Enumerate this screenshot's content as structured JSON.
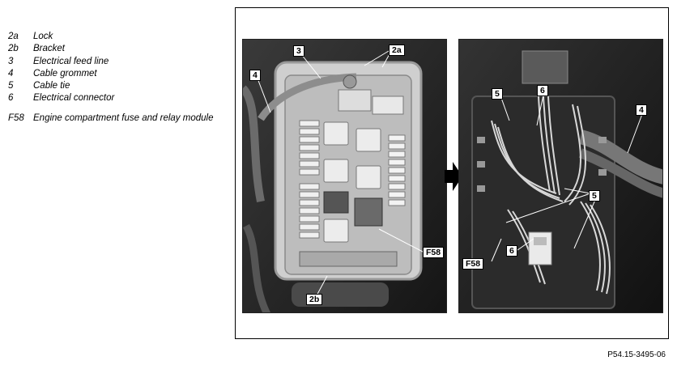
{
  "legend": [
    {
      "code": "2a",
      "text": "Lock"
    },
    {
      "code": "2b",
      "text": "Bracket"
    },
    {
      "code": "3",
      "text": "Electrical feed line"
    },
    {
      "code": "4",
      "text": "Cable grommet"
    },
    {
      "code": "5",
      "text": "Cable tie"
    },
    {
      "code": "6",
      "text": "Electrical connector"
    },
    {
      "code": "F58",
      "text": "Engine compartment fuse and relay module"
    }
  ],
  "left_photo": {
    "callouts": {
      "c3": "3",
      "c2a": "2a",
      "c4": "4",
      "cF58": "F58",
      "c2b": "2b"
    }
  },
  "right_photo": {
    "callouts": {
      "c5a": "5",
      "c6a": "6",
      "c4": "4",
      "c5b": "5",
      "cF58": "F58",
      "c6b": "6"
    }
  },
  "reference_code": "P54.15-3495-06",
  "icons": {
    "transition_arrow": "right-arrow-icon"
  },
  "colors": {
    "frame": "#000000",
    "photo_bg": "#2a2a2a",
    "module_housing": "#d9d9d9"
  }
}
